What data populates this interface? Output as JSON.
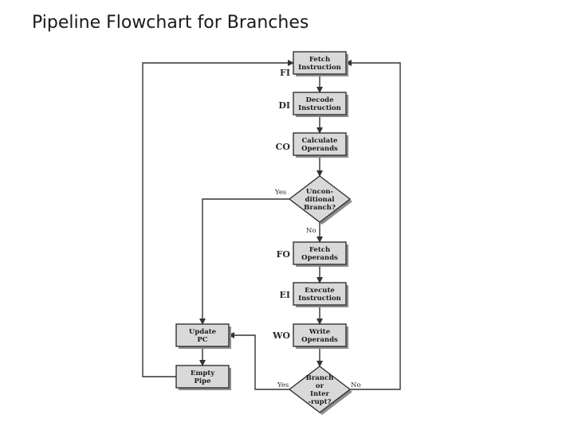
{
  "title": "Pipeline Flowchart for Branches",
  "nodes": {
    "fetch_instruction": [
      "Fetch",
      "Instruction"
    ],
    "decode_instruction": [
      "Decode",
      "Instruction"
    ],
    "calculate_operands": [
      "Calculate",
      "Operands"
    ],
    "unconditional_branch": [
      "Uncon-",
      "ditional",
      "Branch?"
    ],
    "fetch_operands": [
      "Fetch",
      "Operands"
    ],
    "execute_instruction": [
      "Execute",
      "Instruction"
    ],
    "write_operands": [
      "Write",
      "Operands"
    ],
    "branch_or_interrupt": [
      "Branch",
      "or",
      "Inter",
      "-rupt?"
    ],
    "update_pc": [
      "Update",
      "PC"
    ],
    "empty_pipe": [
      "Empty",
      "Pipe"
    ]
  },
  "stages": {
    "fi": "FI",
    "di": "DI",
    "co": "CO",
    "fo": "FO",
    "ei": "EI",
    "wo": "WO"
  },
  "branch_labels": {
    "uncond_yes": "Yes",
    "uncond_no": "No",
    "interrupt_yes": "Yes",
    "interrupt_no": "No"
  },
  "colors": {
    "box_fill": "#d9d9d9",
    "box_stroke": "#333333",
    "shadow": "#8c8c8c"
  }
}
